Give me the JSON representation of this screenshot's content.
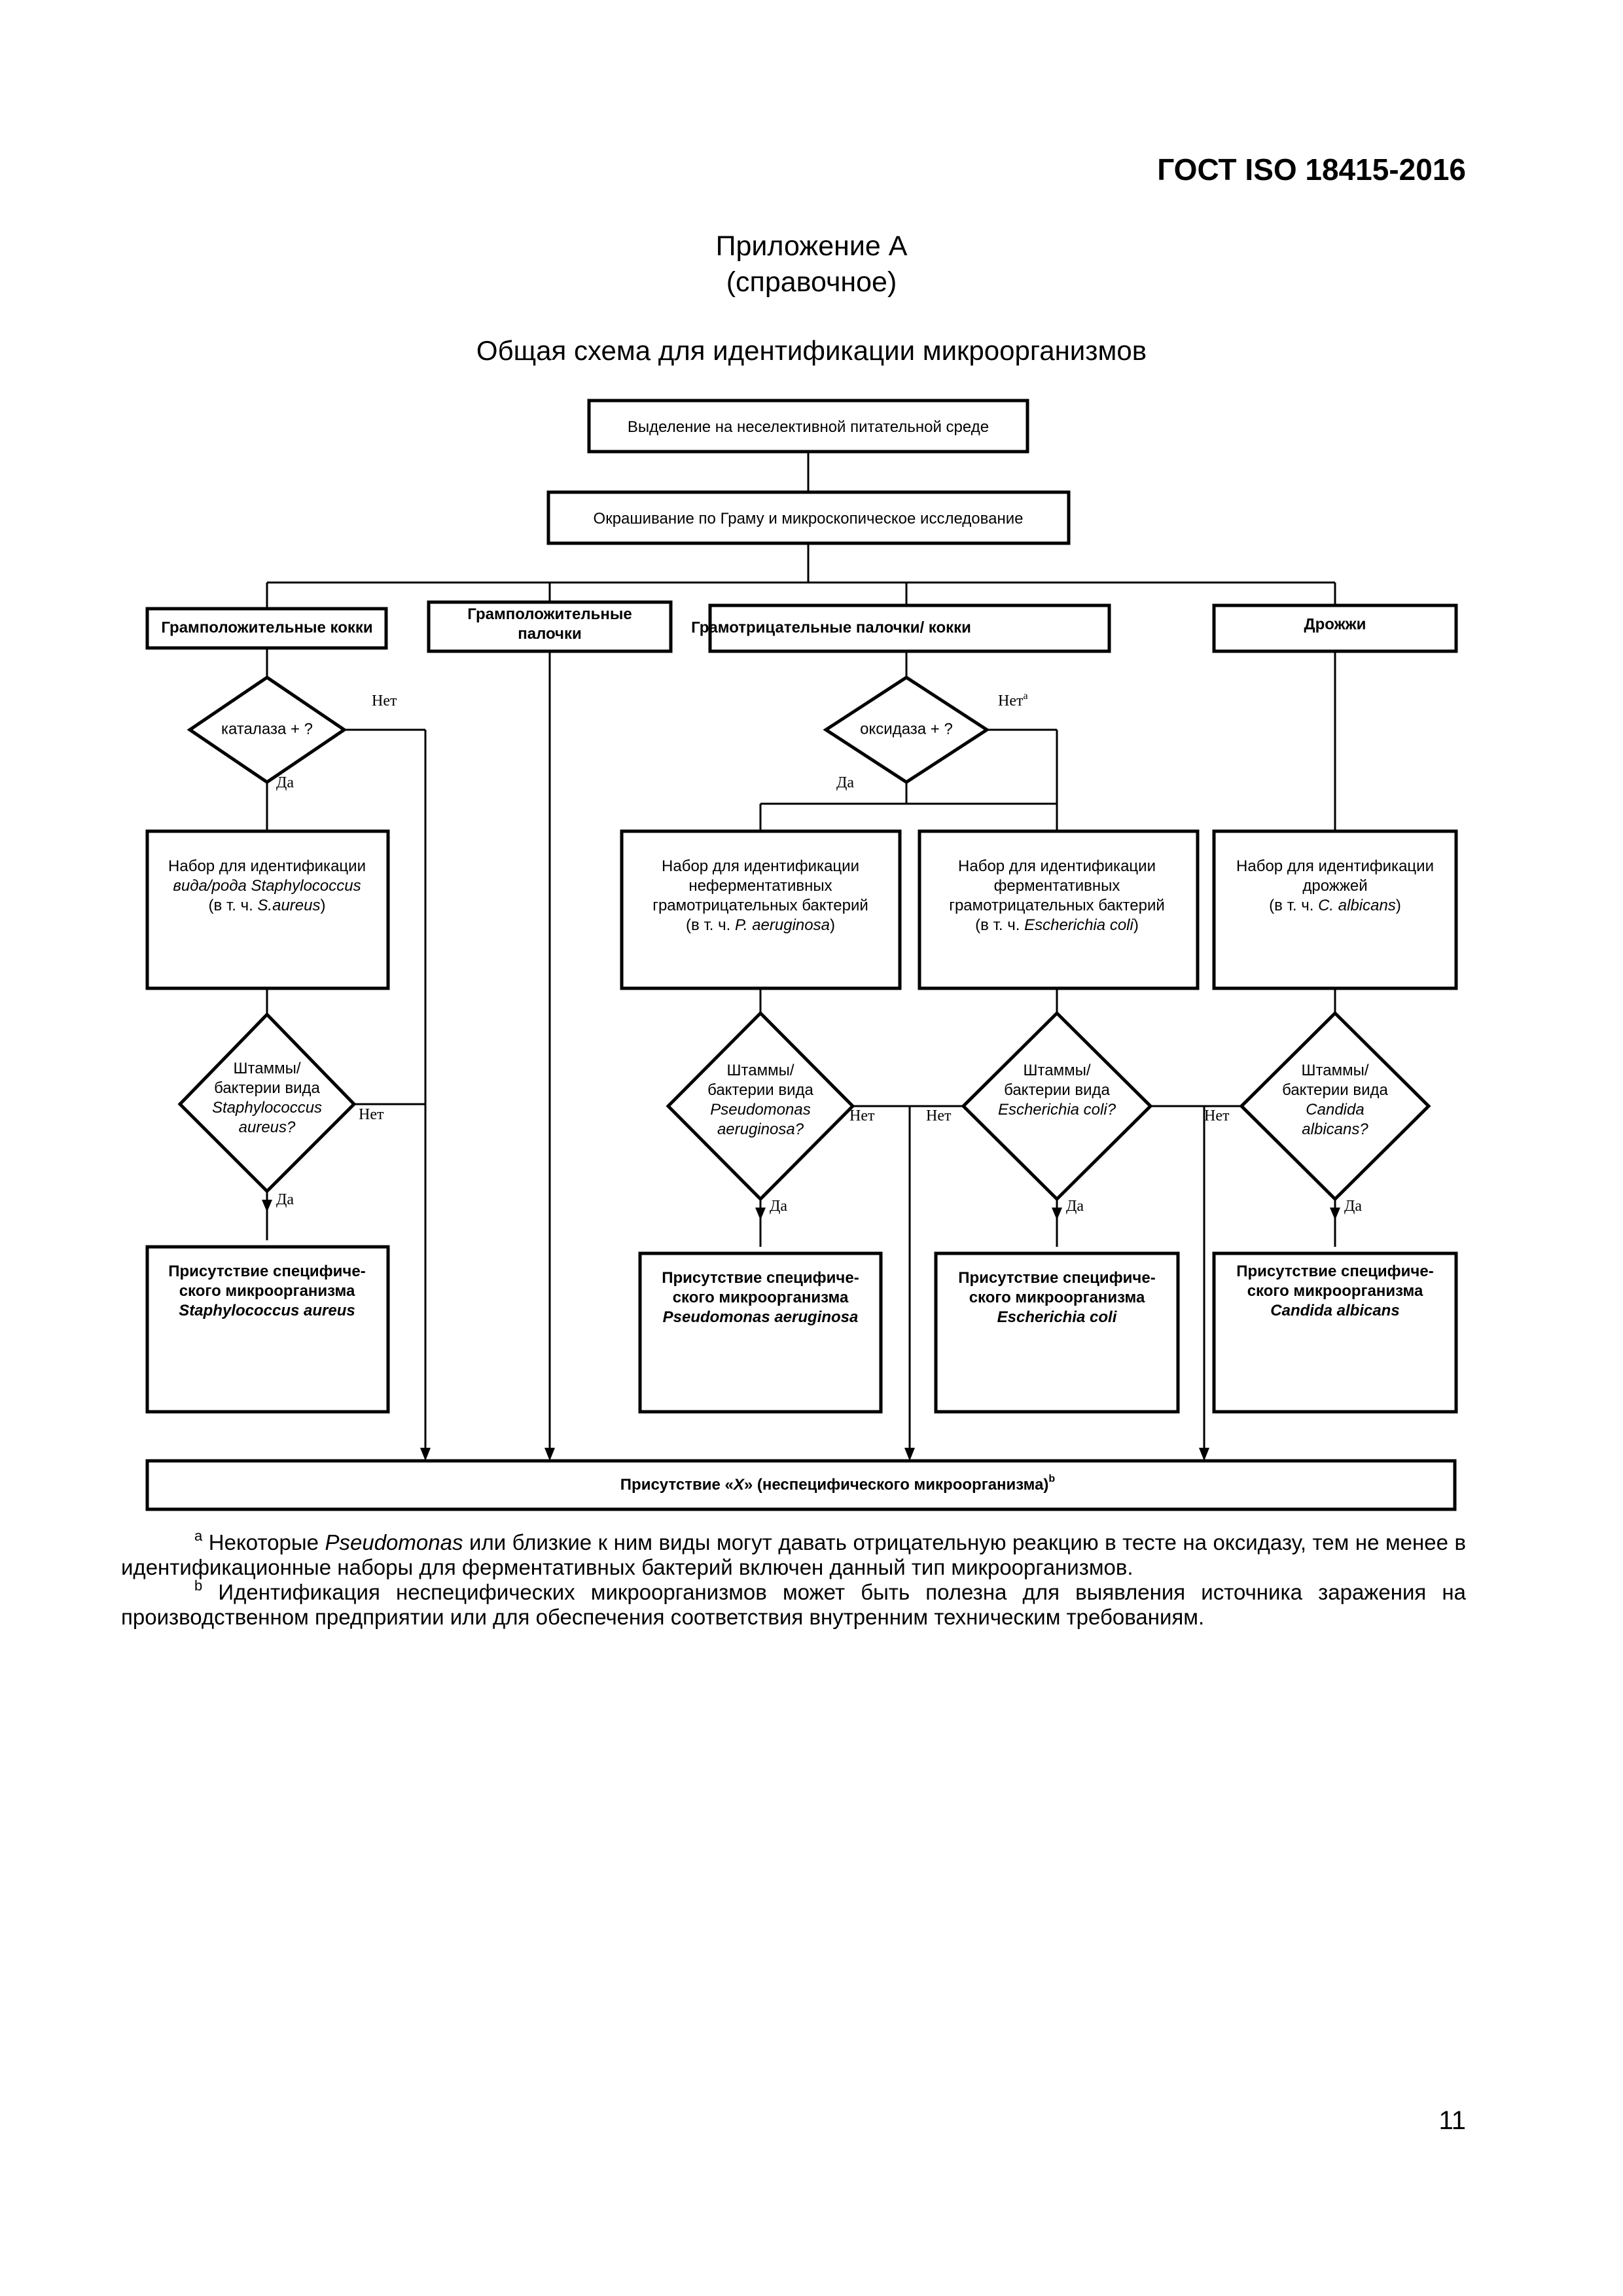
{
  "header": {
    "doc_code": "ГОСТ ISO 18415-2016"
  },
  "heading": {
    "annex": "Приложение А",
    "annex_type": "(справочное)",
    "title": "Общая схема для идентификации микроорганизмов"
  },
  "flowchart": {
    "isolation": "Выделение на неселективной питательной среде",
    "gram_stain": "Окрашивание по Граму и микроскопическое исследование",
    "categories": {
      "gram_pos_cocci": "Грамположительные кокки",
      "gram_pos_rods_1": "Грамположительные",
      "gram_pos_rods_2": "палочки",
      "gram_neg": "Грамотрицательные палочки/ кокки",
      "yeasts": "Дрожжи"
    },
    "catalase_question": "каталаза + ?",
    "oxidase_question": "оксидаза + ?",
    "yes": "Да",
    "no": "Нет",
    "no_sup": "a",
    "kits": {
      "staph": {
        "l1": "Набор для идентификации",
        "l2a": "вида/рода ",
        "l2b": "Staphylococcus",
        "l3a": "(в т. ч. ",
        "l3b": "S.aureus",
        "l3c": ")"
      },
      "nonferm": {
        "l1": "Набор для идентификации",
        "l2": "неферментативных",
        "l3": "грамотрицательных бактерий",
        "l4a": "(в т. ч. ",
        "l4b": "P. aeruginosa",
        "l4c": ")"
      },
      "ferm": {
        "l1": "Набор для идентификации",
        "l2": "ферментативных",
        "l3": "грамотрицательных бактерий",
        "l4a": "(в т. ч. ",
        "l4b": "Escherichia coli",
        "l4c": ")"
      },
      "yeast": {
        "l1": "Набор для идентификации",
        "l2": "дрожжей",
        "l3a": "(в т. ч. ",
        "l3b": "C. albicans",
        "l3c": ")"
      }
    },
    "questions": {
      "staph": {
        "l1": "Штаммы/",
        "l2": "бактерии вида",
        "l3": "Staphylococcus",
        "l4": "aureus?"
      },
      "pseudo": {
        "l1": "Штаммы/",
        "l2": "бактерии вида",
        "l3": "Pseudomonas",
        "l4": "aeruginosa?"
      },
      "ecoli": {
        "l1": "Штаммы/",
        "l2": "бактерии вида",
        "l3": "Escherichia coli?"
      },
      "candida": {
        "l1": "Штаммы/",
        "l2": "бактерии вида",
        "l3": "Candida",
        "l4": "albicans?"
      }
    },
    "results": {
      "staph": {
        "l1": "Присутствие специфиче-",
        "l2": "ского микроорганизма",
        "l3": "Staphylococcus aureus"
      },
      "pseudo": {
        "l1": "Присутствие специфиче-",
        "l2": "ского микроорганизма",
        "l3": "Pseudomonas aeruginosa"
      },
      "ecoli": {
        "l1": "Присутствие специфиче-",
        "l2": "ского микроорганизма",
        "l3": "Escherichia coli"
      },
      "candida": {
        "l1": "Присутствие специфиче-",
        "l2": "ского микроорганизма",
        "l3": "Candida albicans"
      }
    },
    "nonspecific": {
      "a": "Присутствие «",
      "b": "X",
      "c": "» (неспецифического микроорганизма)",
      "sup": "b"
    }
  },
  "footnotes": [
    {
      "mark": "a",
      "pre": "Некоторые ",
      "italic": "Pseudomonas",
      "post": " или близкие к ним виды могут давать отрицательную реакцию в тесте на оксидазу, тем не менее в идентификационные наборы для ферментативных бактерий включен данный тип микроорганизмов."
    },
    {
      "mark": "b",
      "pre": "Идентификация неспецифических микроорганизмов может быть полезна для выявления источника заражения на производственном предприятии или для обеспечения соответствия внутренним техническим требованиям.",
      "italic": "",
      "post": ""
    }
  ],
  "page_number": "11"
}
